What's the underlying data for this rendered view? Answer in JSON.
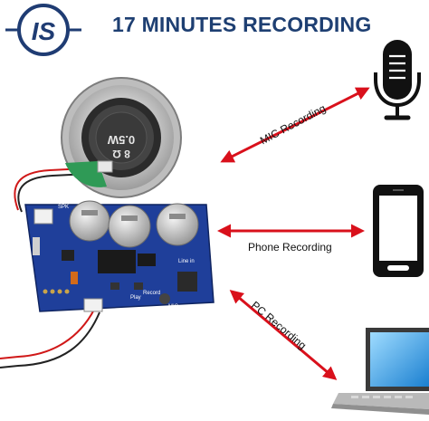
{
  "header": {
    "logo_text": "IS",
    "title": "17 MINUTES RECORDING"
  },
  "speaker": {
    "label_line1": "0.5W",
    "label_line2": "8 Ω"
  },
  "board": {
    "silk_spk": "SPK",
    "silk_play": "Play",
    "silk_record": "Record",
    "silk_line_in": "Line in",
    "silk_mic": "MIC"
  },
  "arrows": {
    "mic": "MIC Recording",
    "phone": "Phone Recording",
    "pc": "PC Recording"
  },
  "colors": {
    "title": "#1e3f72",
    "logo": "#1f3c73",
    "arrow": "#d9101b",
    "pcb": "#1f3f9a"
  },
  "icons": [
    "logo-icon",
    "speaker-icon",
    "circuit-board-icon",
    "microphone-icon",
    "smartphone-icon",
    "laptop-icon"
  ]
}
